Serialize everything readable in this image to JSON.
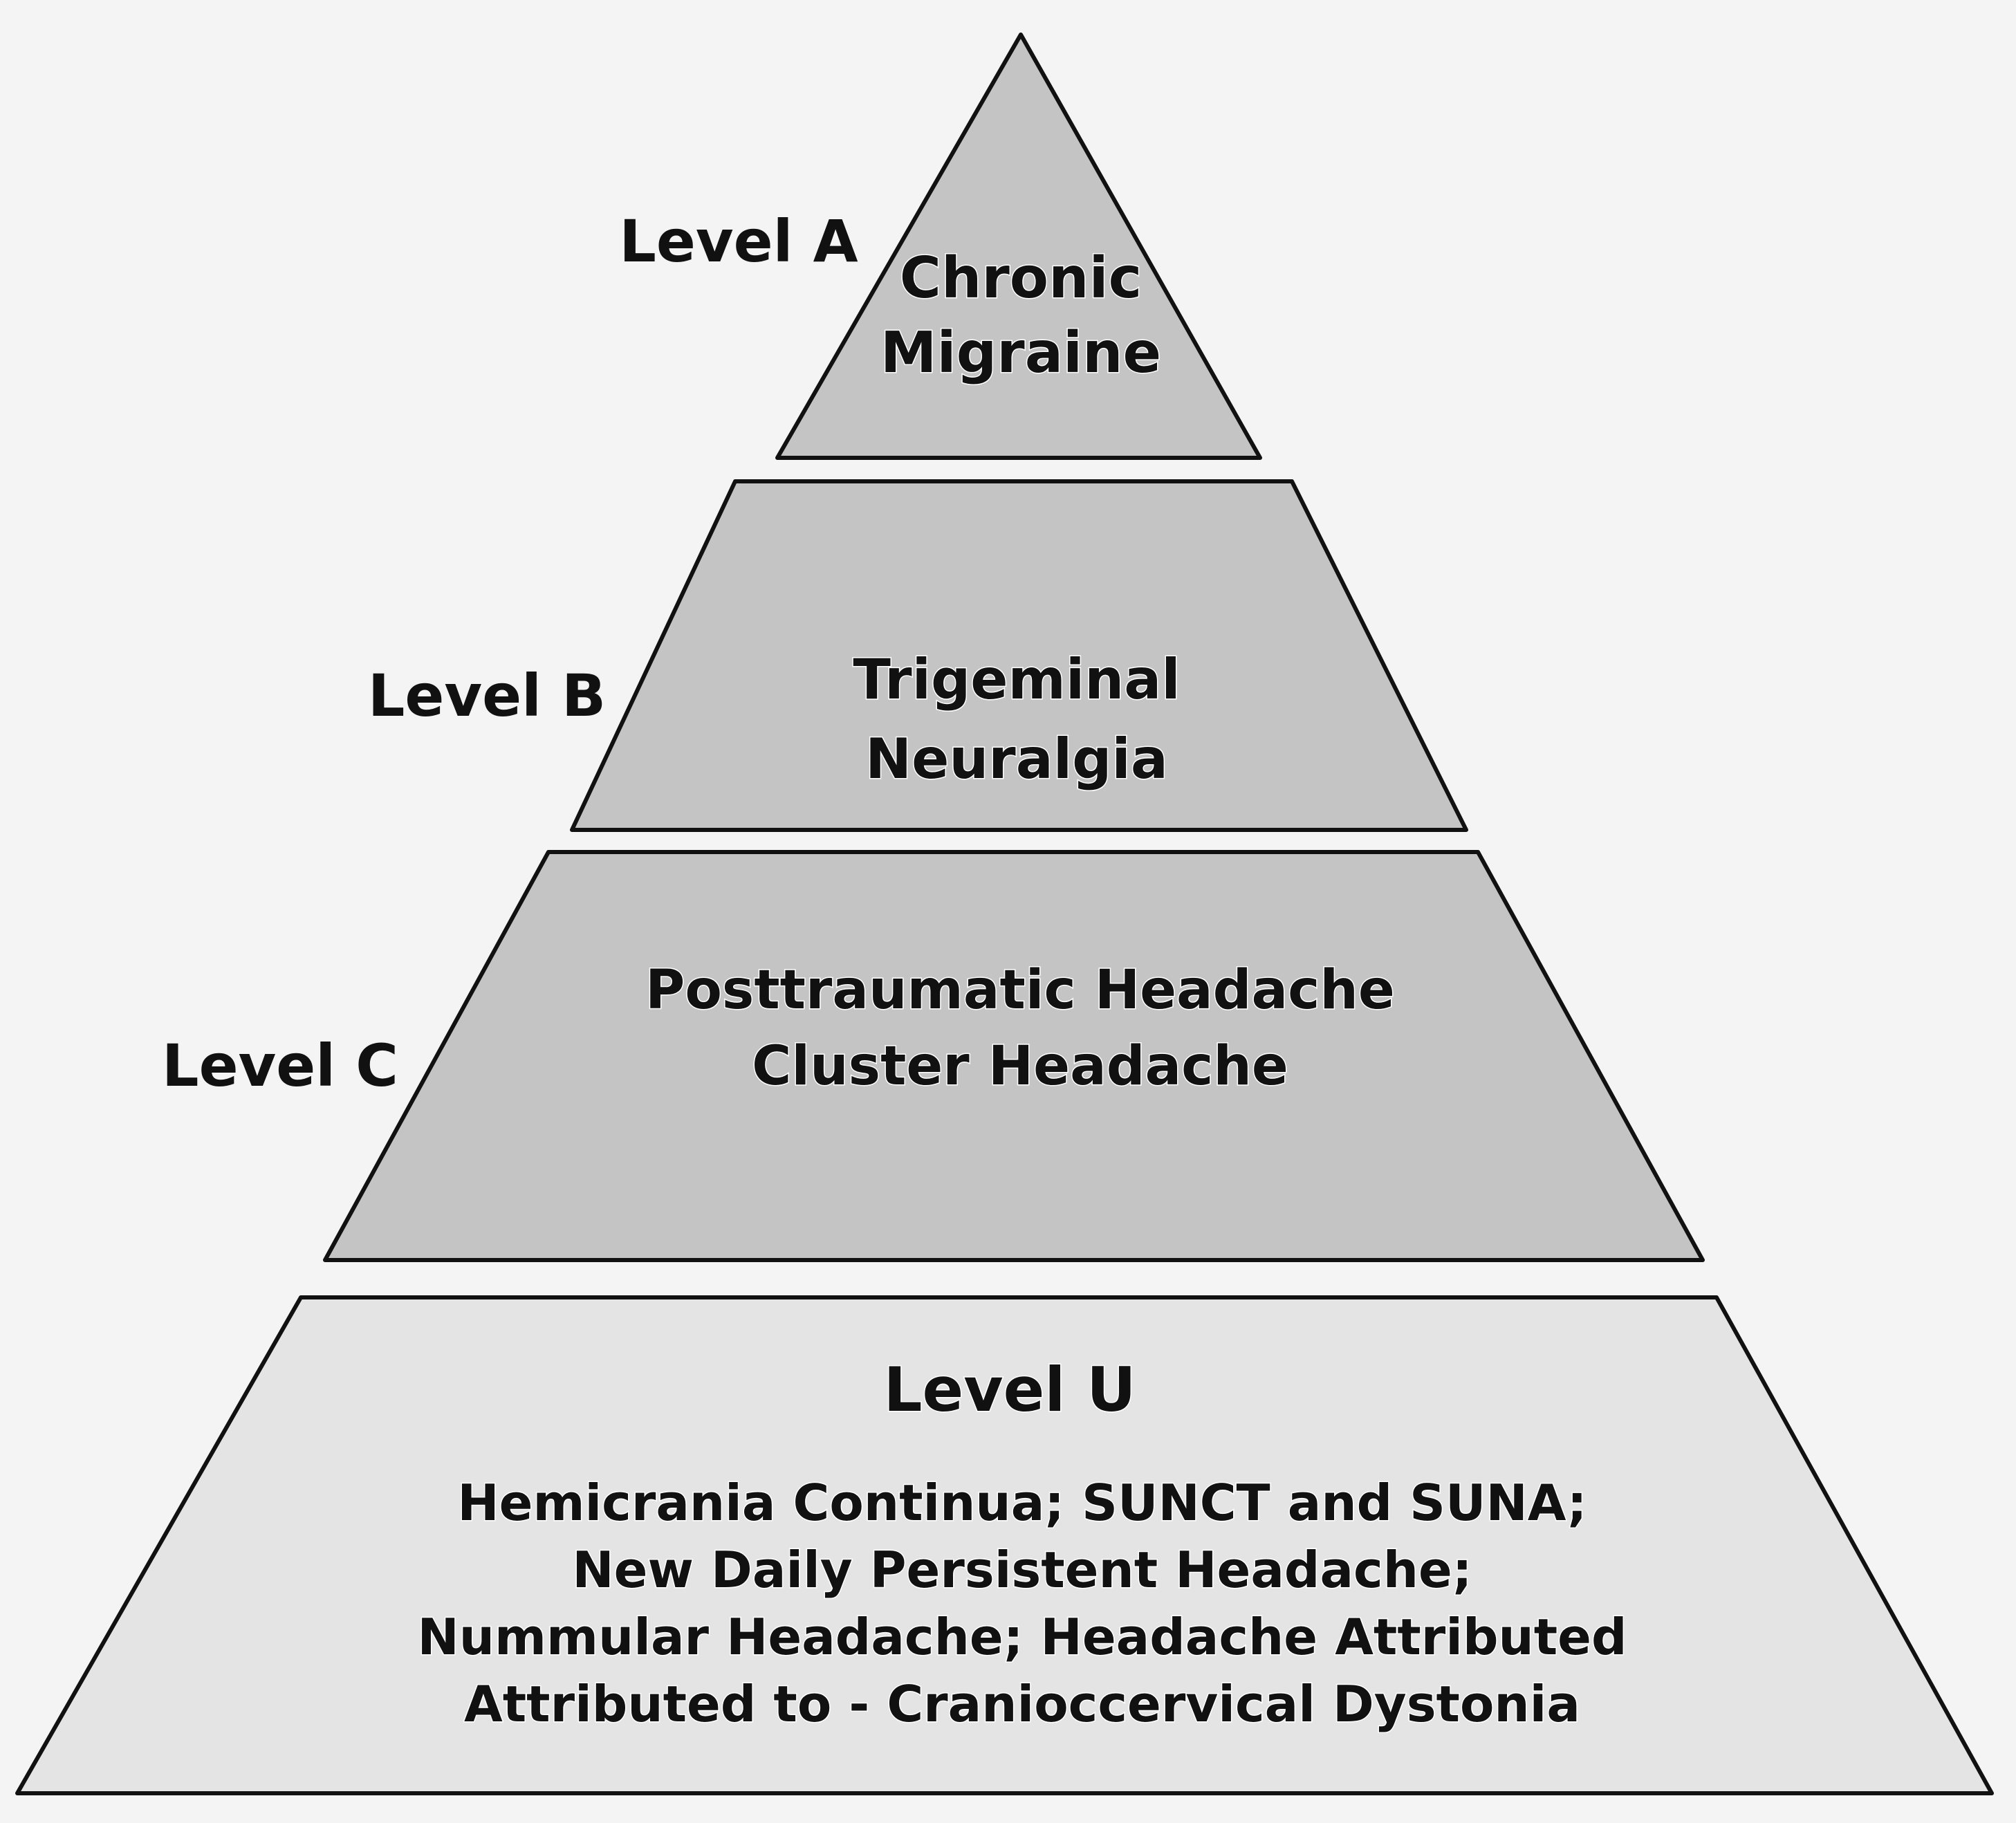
{
  "colors": {
    "background": "#f4f4f4",
    "upper_tier_fill": "#c4c4c4",
    "base_tier_fill": "#e4e4e4",
    "outline": "#111111",
    "text": "#111111"
  },
  "levels": [
    {
      "label": "Level A",
      "lines": [
        "Chronic",
        "Migraine"
      ]
    },
    {
      "label": "Level B",
      "lines": [
        "Trigeminal",
        "Neuralgia"
      ]
    },
    {
      "label": "Level C",
      "lines": [
        "Posttraumatic Headache",
        "Cluster Headache"
      ]
    }
  ],
  "base": {
    "label": "Level U",
    "lines": [
      "Hemicrania Continua; SUNCT and SUNA;",
      "New Daily Persistent  Headache;",
      "Nummular Headache; Headache Attributed",
      "Attributed to - Cranioccervical Dystonia"
    ]
  }
}
